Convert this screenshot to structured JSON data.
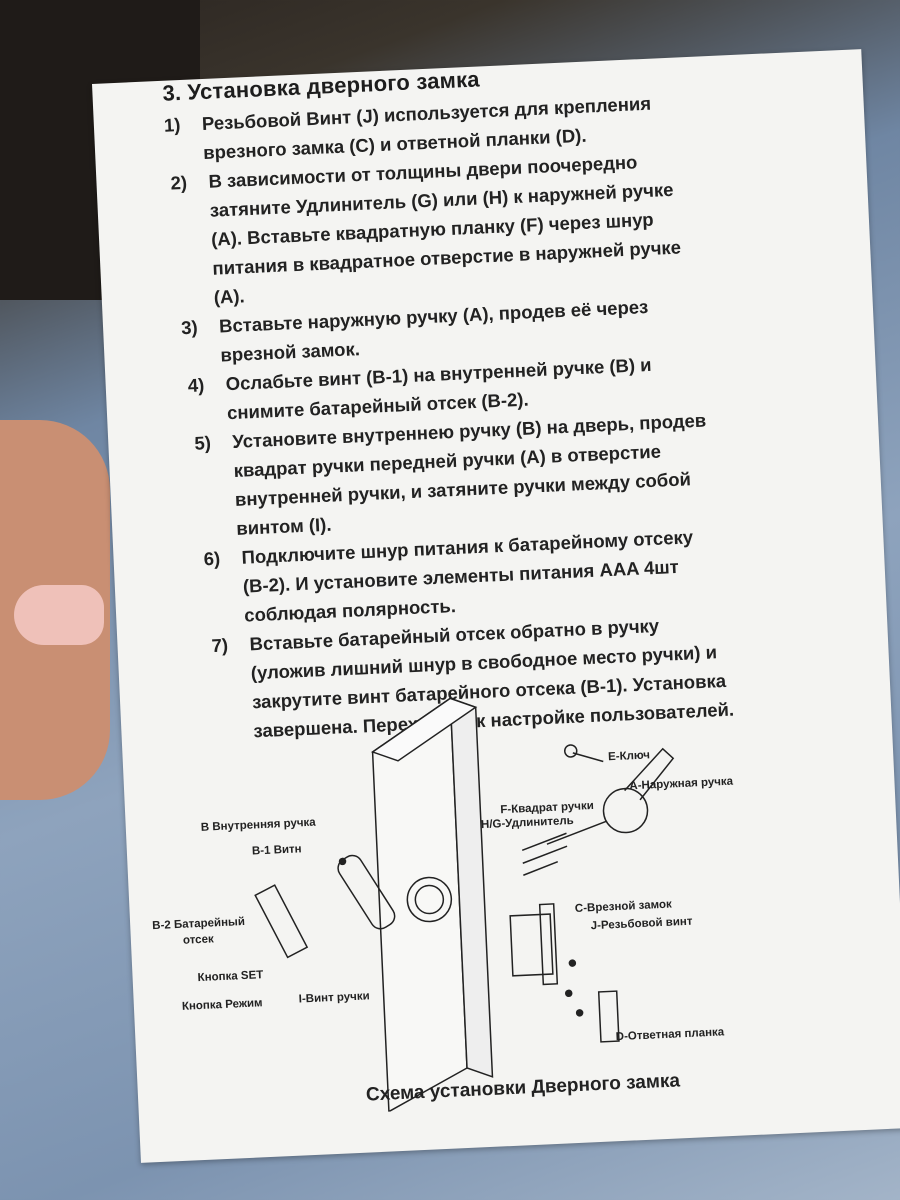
{
  "section_title": "3. Установка дверного замка",
  "steps": [
    {
      "num": "1)",
      "lines": [
        "Резьбовой Винт (J) используется для крепления",
        "врезного замка (C) и ответной планки (D)."
      ]
    },
    {
      "num": "2)",
      "lines": [
        "В зависимости от толщины двери поочередно",
        "затяните Удлинитель (G) или (H) к наружней ручке",
        "(A). Вставьте квадратную планку (F) через шнур",
        "питания в квадратное отверстие в наружней ручке",
        "(A)."
      ]
    },
    {
      "num": "3)",
      "lines": [
        "Вставьте наружную ручку (A), продев её через",
        "врезной замок."
      ]
    },
    {
      "num": "4)",
      "lines": [
        "Ослабьте винт (B-1) на внутренней ручке (B) и",
        "снимите батарейный отсек (B-2)."
      ]
    },
    {
      "num": "5)",
      "lines": [
        "Установите внутреннею ручку (B) на дверь, продев",
        "квадрат ручки передней ручки (A) в отверстие",
        "внутренней ручки, и затяните ручки между собой",
        "винтом (I)."
      ]
    },
    {
      "num": "6)",
      "lines": [
        "Подключите шнур питания к батарейному отсеку",
        "(B-2). И установите элементы питания AAA 4шт",
        "соблюдая полярность."
      ]
    },
    {
      "num": "7)",
      "lines": [
        "Вставьте батарейный отсек обратно в ручку",
        "(уложив лишний шнур в свободное место ручки) и",
        "закрутите винт батарейного отсека (B-1). Установка",
        "завершена. Переходите к настройке пользователей."
      ]
    }
  ],
  "diagram": {
    "labels": {
      "inner_handle": "B Внутренняя ручка",
      "b1_screw": "B-1 Витн",
      "battery": "B-2 Батарейный",
      "battery2": "отсек",
      "set_button": "Кнопка SET",
      "mode_button": "Кнопка Режим",
      "handle_screw": "I-Винт ручки",
      "key": "E-Ключ",
      "outer_handle": "A-Наружная ручка",
      "square": "F-Квадрат ручки",
      "extender": "H/G-Удлинитель",
      "mortise": "C-Врезной замок",
      "thread_screw": "J-Резьбовой винт",
      "strike": "D-Ответная планка"
    },
    "caption": "Схема установки Дверного замка"
  }
}
